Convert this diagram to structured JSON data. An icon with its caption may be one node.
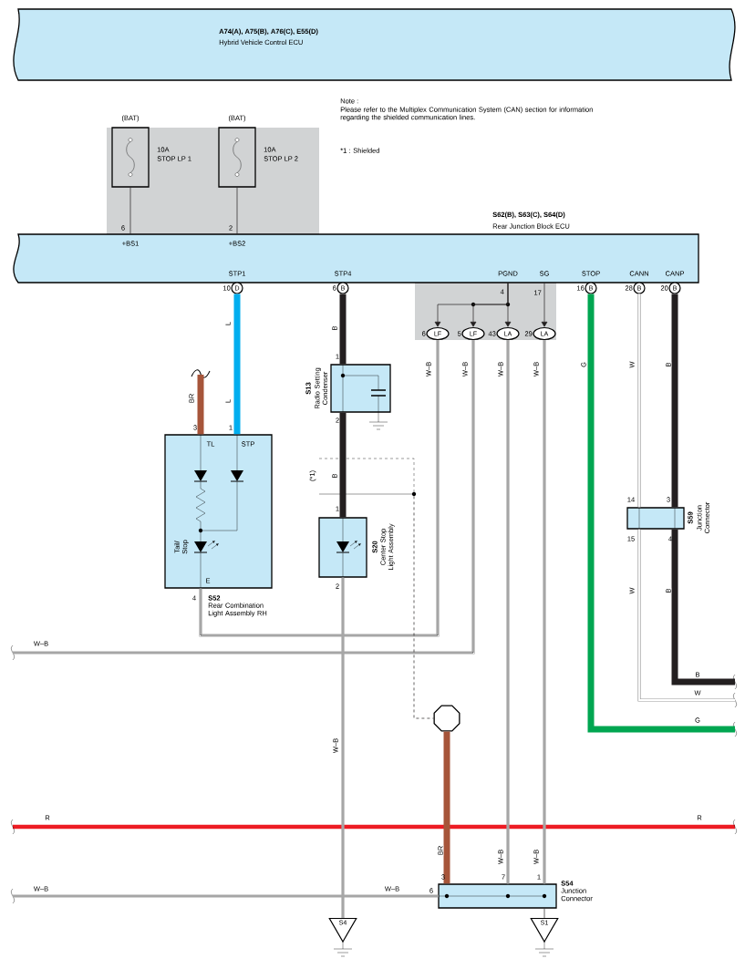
{
  "diagram": {
    "nodes": [
      {
        "text": [
          "A74(A), A75(B), A76(C), E55(D)",
          "Hybrid Vehicle Control ECU"
        ]
      },
      {
        "text": [],
        "shape": "box",
        "beside": [
          "(BAT)",
          "10A",
          "STOP LP 1"
        ]
      },
      {
        "text": [],
        "shape": "box",
        "beside": [
          "(BAT)",
          "10A",
          "STOP LP 2"
        ]
      },
      {
        "text": [
          "S62(B), S63(C), S64(D)",
          "Rear Junction Block ECU"
        ]
      },
      {
        "text": [
          "D"
        ],
        "beside": [
          "10"
        ]
      },
      {
        "text": [
          "B"
        ],
        "beside": [
          "6"
        ]
      },
      {
        "text": [
          "LF"
        ],
        "beside": [
          "6"
        ]
      },
      {
        "text": [
          "LF"
        ],
        "beside": [
          "5"
        ]
      },
      {
        "text": [
          "LA"
        ],
        "beside": [
          "43"
        ]
      },
      {
        "text": [
          "LA"
        ],
        "beside": [
          "29"
        ]
      },
      {
        "text": [
          "B"
        ],
        "beside": [
          "16"
        ]
      },
      {
        "text": [
          "B"
        ],
        "beside": [
          "28"
        ]
      },
      {
        "text": [
          "B"
        ],
        "beside": [
          "20"
        ]
      },
      {
        "text": [
          "S52",
          "Rear Combination Light Assembly RH"
        ]
      },
      {
        "text": [
          "S13",
          "Radio Setting Condenser"
        ]
      },
      {
        "text": [
          "S20",
          "Center Stop Light Assembly"
        ]
      },
      {
        "text": [
          "S59",
          "Junction Connector"
        ]
      },
      {
        "text": [],
        "shape": "octagon"
      },
      {
        "text": [
          "S54",
          "Junction Connector"
        ]
      },
      {
        "text": [
          "S4"
        ]
      },
      {
        "text": [
          "S1"
        ]
      },
      {
        "text": [],
        "shape": "dot"
      }
    ],
    "edges": [
      {
        "from": 1,
        "to": 3,
        "arrow": "none",
        "color": "#231f20"
      },
      {
        "from": 2,
        "to": 3,
        "arrow": "none",
        "color": "#231f20"
      },
      {
        "from": 4,
        "to": 13,
        "arrow": "none",
        "label": "L",
        "style": "thick",
        "color": "#00aeef"
      },
      {
        "from": null,
        "to": 13,
        "arrow": "none",
        "label": "BR",
        "style": "thick",
        "color": "#a6553a"
      },
      {
        "from": 5,
        "to": 14,
        "arrow": "none",
        "label": "B",
        "style": "thick",
        "color": "#231f20"
      },
      {
        "from": 14,
        "to": 15,
        "arrow": "none",
        "label": "B",
        "style": "thick",
        "color": "#231f20"
      },
      {
        "from": 3,
        "to": 6,
        "arrow": "to",
        "color": "#231f20"
      },
      {
        "from": 3,
        "to": 7,
        "arrow": "to",
        "color": "#231f20"
      },
      {
        "from": 3,
        "to": 8,
        "arrow": "to",
        "color": "#231f20"
      },
      {
        "from": 3,
        "to": 9,
        "arrow": "to",
        "color": "#231f20"
      },
      {
        "from": 6,
        "to": 13,
        "arrow": "none",
        "label": "W–B",
        "color": "#a6a6a6"
      },
      {
        "from": 7,
        "to": null,
        "arrow": "none",
        "label": "W–B",
        "color": "#a6a6a6"
      },
      {
        "from": 8,
        "to": 18,
        "arrow": "none",
        "label": "W–B",
        "color": "#a6a6a6"
      },
      {
        "from": 9,
        "to": 18,
        "arrow": "none",
        "label": "W–B",
        "color": "#a6a6a6"
      },
      {
        "from": 18,
        "to": 20,
        "arrow": "none",
        "color": "#231f20"
      },
      {
        "from": 15,
        "to": 19,
        "arrow": "none",
        "label": "W–B",
        "color": "#a6a6a6"
      },
      {
        "from": null,
        "to": 18,
        "arrow": "none",
        "label": "W–B",
        "color": "#a6a6a6"
      },
      {
        "from": 17,
        "to": 18,
        "arrow": "none",
        "label": "BR",
        "style": "thick",
        "color": "#a6553a"
      },
      {
        "from": 21,
        "to": 17,
        "arrow": "none",
        "style": "dashed",
        "color": "#231f20"
      },
      {
        "from": 10,
        "to": null,
        "arrow": "none",
        "label": "G",
        "style": "thick",
        "color": "#00a651"
      },
      {
        "from": 11,
        "to": 16,
        "arrow": "none",
        "label": "W",
        "color": "#999999"
      },
      {
        "from": 16,
        "to": null,
        "arrow": "none",
        "label": "W",
        "color": "#999999"
      },
      {
        "from": 12,
        "to": 16,
        "arrow": "none",
        "label": "B",
        "style": "thick",
        "color": "#231f20"
      },
      {
        "from": 16,
        "to": null,
        "arrow": "none",
        "label": "B",
        "style": "thick",
        "color": "#231f20"
      }
    ],
    "labels": [
      "Note :",
      "Please refer to the Multiplex Communication System (CAN) section for information regarding the shielded communication lines.",
      "*1 : Shielded",
      "6",
      "2",
      "+BS1",
      "+BS2",
      "STP1",
      "STP4",
      "PGND",
      "SG",
      "STOP",
      "CANN",
      "CANP",
      "4",
      "17",
      "L",
      "3",
      "1",
      "TL",
      "STP",
      "Tail/ Stop",
      "E",
      "4",
      "1",
      "2",
      "(*1)",
      "1",
      "2",
      "14",
      "3",
      "15",
      "4",
      "W–B",
      "B",
      "W",
      "G",
      "R",
      "R",
      "W–B",
      "W–B",
      "3",
      "7",
      "1",
      "W–B",
      "6"
    ]
  }
}
